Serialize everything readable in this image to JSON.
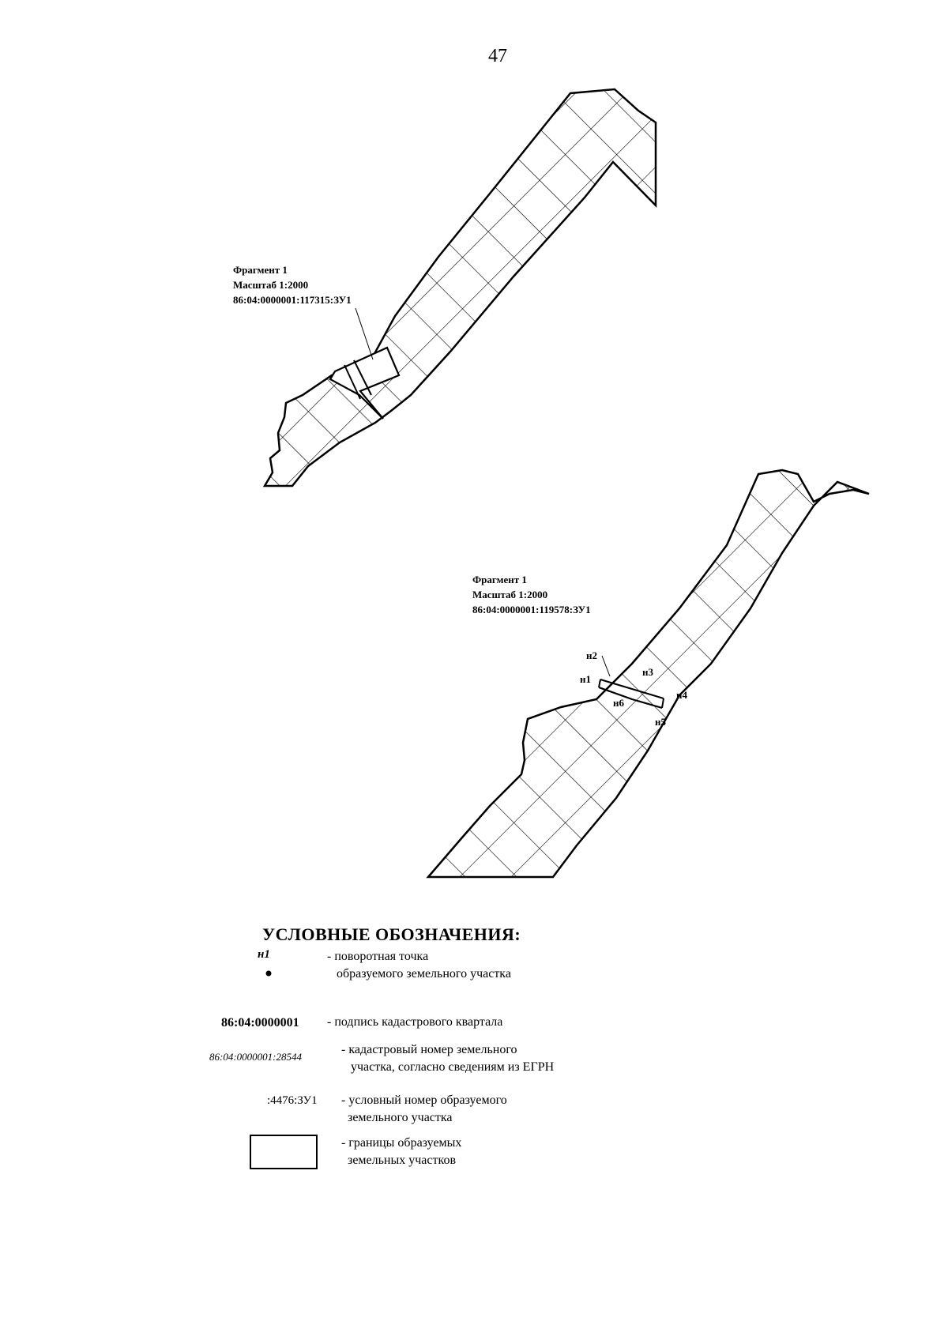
{
  "page_number": "47",
  "fragment_1": {
    "title": "Фрагмент 1",
    "scale": "Масштаб 1:2000",
    "cadastral_id": "86:04:0000001:117315:ЗУ1"
  },
  "fragment_2": {
    "title": "Фрагмент 1",
    "scale": "Масштаб 1:2000",
    "cadastral_id": "86:04:0000001:119578:ЗУ1",
    "points": [
      "н1",
      "н2",
      "н3",
      "н4",
      "н5",
      "н6"
    ]
  },
  "legend": {
    "title": "УСЛОВНЫЕ ОБОЗНАЧЕНИЯ:",
    "items": [
      {
        "key": "н1",
        "text_1": "- поворотная точка",
        "text_2": "образуемого земельного участка"
      },
      {
        "key": "86:04:0000001",
        "text_1": "- подпись кадастрового квартала",
        "text_2": ""
      },
      {
        "key": "86:04:0000001:28544",
        "text_1": "- кадастровый номер земельного",
        "text_2": "участка, согласно сведениям из ЕГРН"
      },
      {
        "key": ":4476:ЗУ1",
        "text_1": "- условный номер образуемого",
        "text_2": "земельного участка"
      },
      {
        "key": "",
        "text_1": "- границы образуемых",
        "text_2": "земельных участков"
      }
    ]
  }
}
